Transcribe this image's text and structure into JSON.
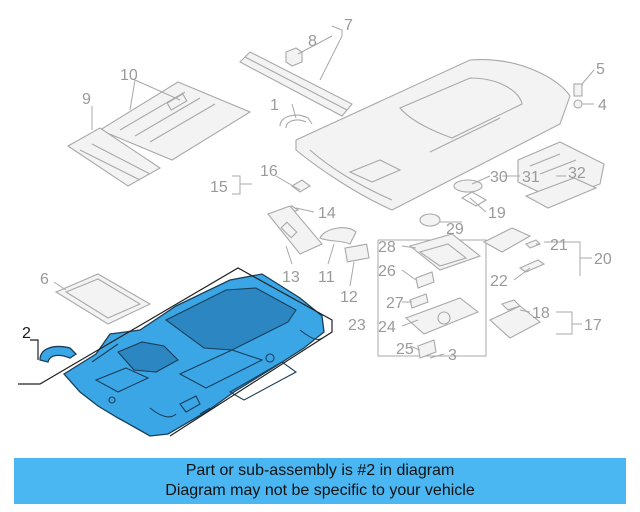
{
  "callouts": [
    "1",
    "2",
    "3",
    "4",
    "5",
    "6",
    "7",
    "8",
    "9",
    "10",
    "11",
    "12",
    "13",
    "14",
    "15",
    "16",
    "17",
    "18",
    "19",
    "20",
    "21",
    "22",
    "23",
    "24",
    "25",
    "26",
    "27",
    "28",
    "29",
    "30",
    "31",
    "32"
  ],
  "highlighted_part": "2",
  "banner": {
    "line1": "Part or sub-assembly is #2 in diagram",
    "line2": "Diagram may not be specific to your vehicle"
  },
  "colors": {
    "highlight_fill": "#3aa6e6",
    "banner_background": "#4ab6f2",
    "ghost_stroke": "#a8a8a8"
  }
}
